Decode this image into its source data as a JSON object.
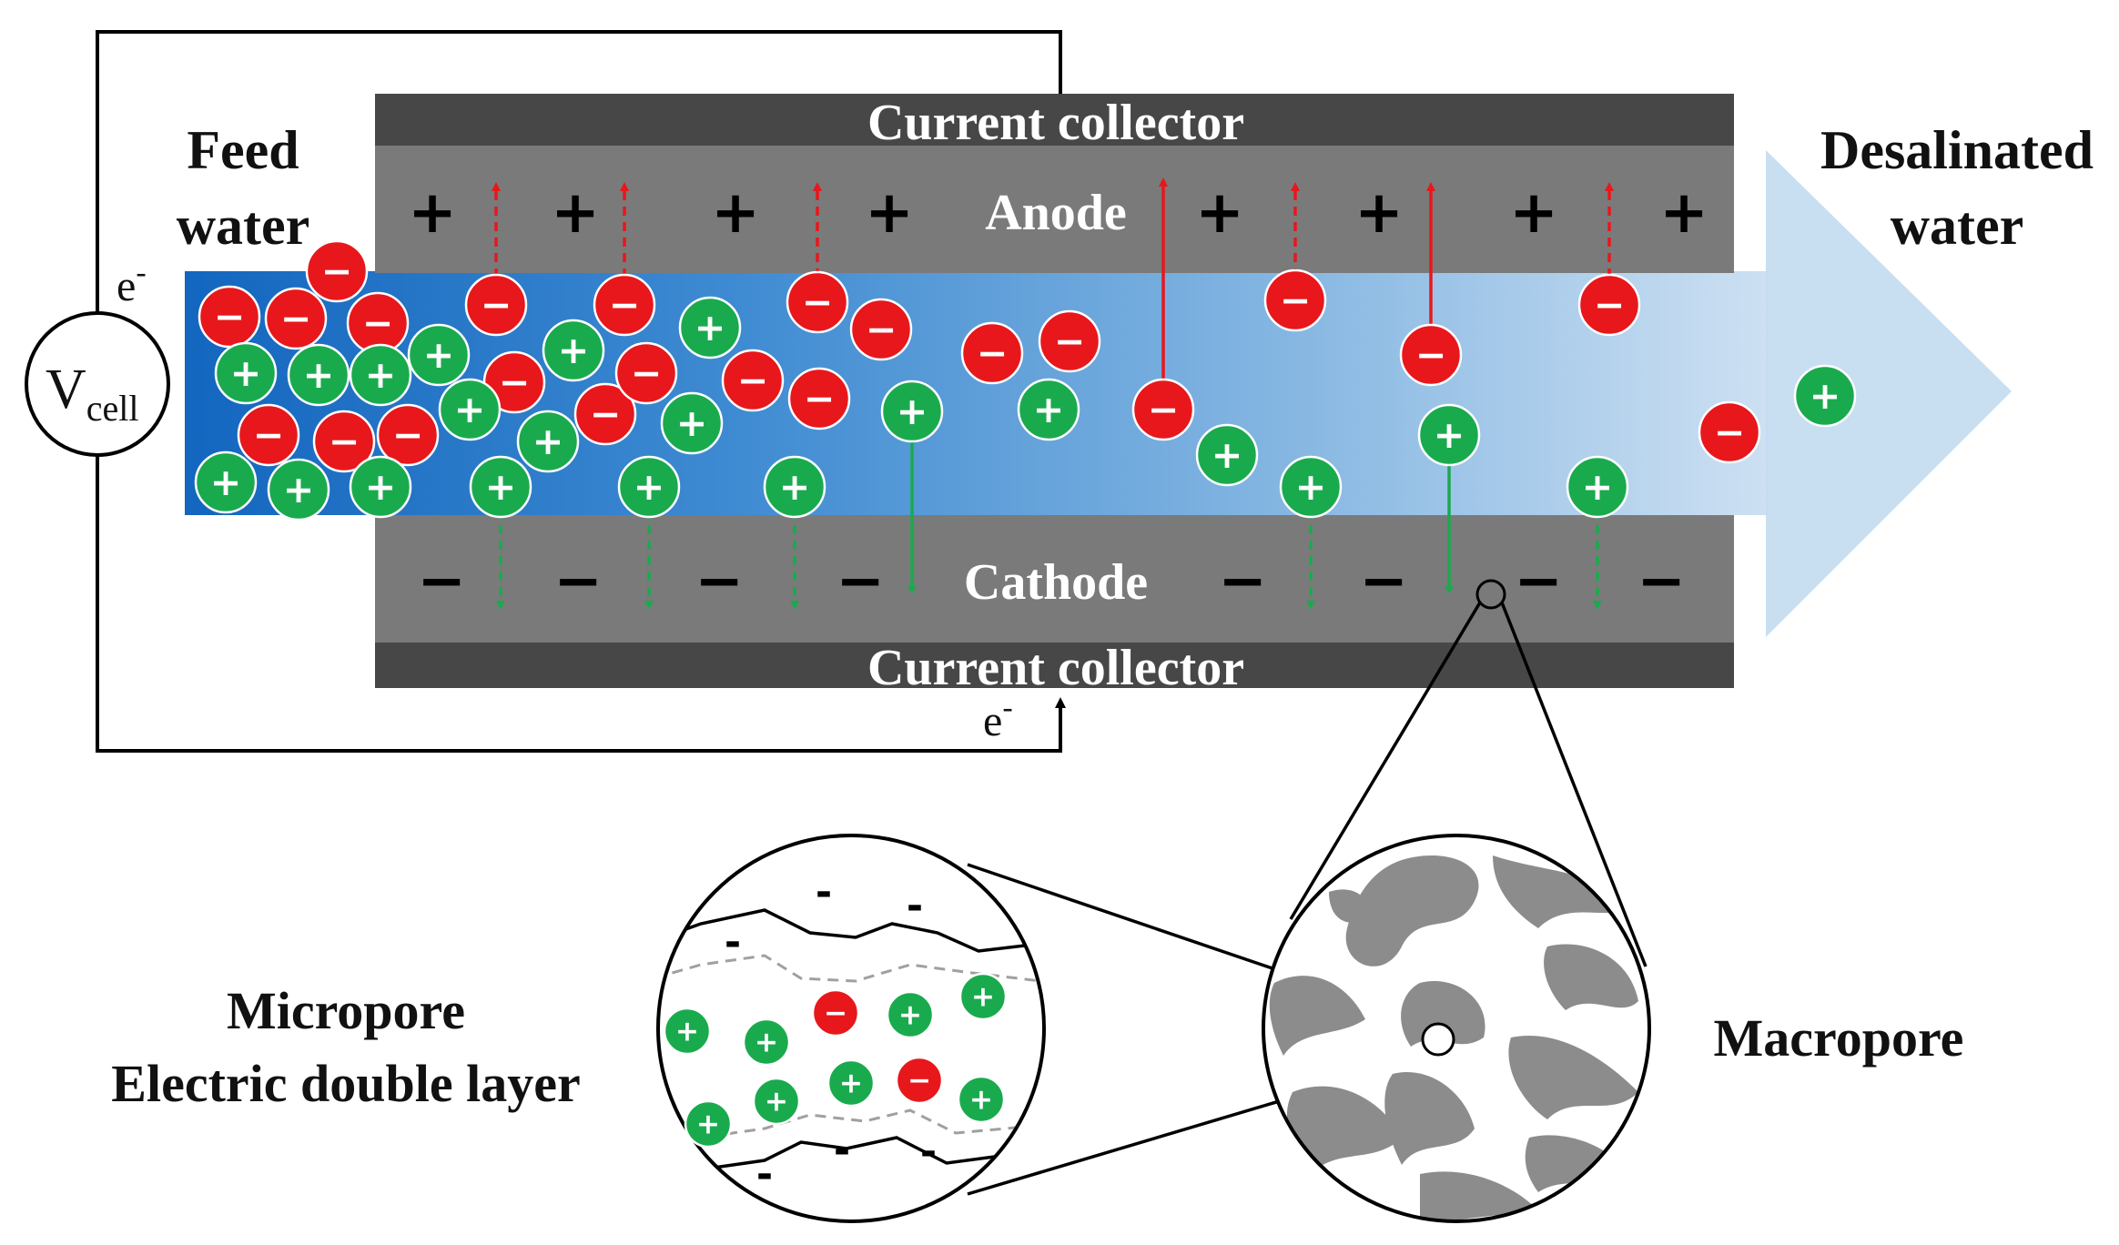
{
  "labels": {
    "current_collector_top": "Current collector",
    "current_collector_bottom": "Current collector",
    "anode": "Anode",
    "cathode": "Cathode",
    "feed_line1": "Feed",
    "feed_line2": "water",
    "desal_line1": "Desalinated",
    "desal_line2": "water",
    "vcell_main": "V",
    "vcell_sub": "cell",
    "electron_main": "e",
    "electron_sup": "-",
    "micropore_line1": "Micropore",
    "micropore_line2": "Electric double layer",
    "macropore": "Macropore"
  },
  "symbols": {
    "plus": "+",
    "minus": "−",
    "ion_cation": "+",
    "ion_anion": "−",
    "surface_charge": "-"
  },
  "colors": {
    "collector": "#474747",
    "electrode": "#7a7a7a",
    "cation": "#1aaa4e",
    "anion": "#e8171b",
    "water_dark": "#1c6fc2",
    "water_light": "#c5dcf0",
    "pore_solid": "#8c8c8c",
    "boundary_dash": "#a0a0a0"
  },
  "icons": [
    "voltage-source-icon",
    "flow-arrow-icon",
    "zoom-circle-icon"
  ]
}
